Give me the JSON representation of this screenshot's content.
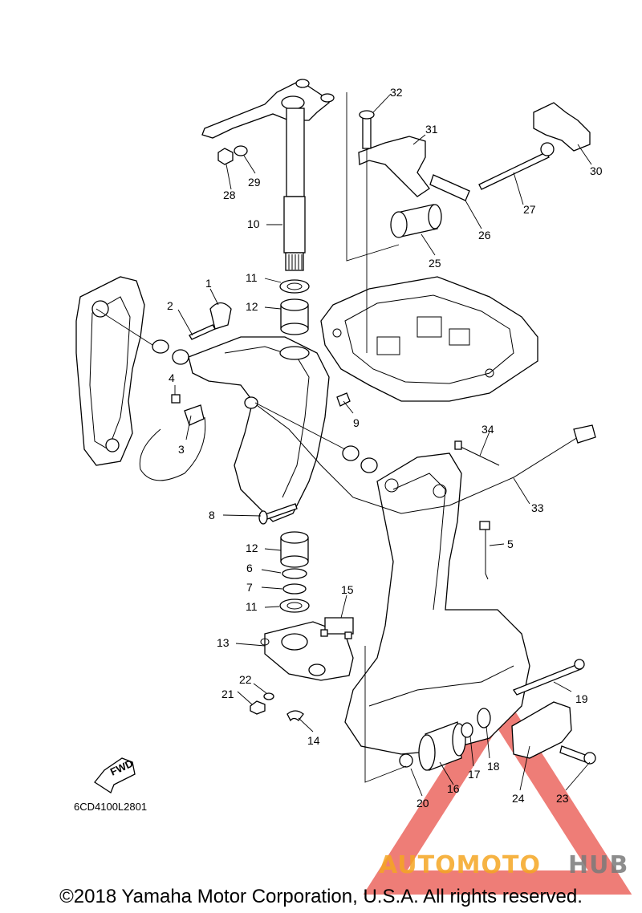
{
  "diagram_code": "6CD4100L2801",
  "fwd_label": "FWD",
  "copyright": "©2018 Yamaha Motor Corporation, U.S.A. All rights reserved.",
  "watermark": {
    "part1": "AUTOMOTO",
    "part2": "HUB",
    "color1": "#f5a623",
    "color2": "#7a7a7a",
    "triangle_color": "#e8514a"
  },
  "callouts": [
    "1",
    "2",
    "3",
    "4",
    "5",
    "6",
    "7",
    "8",
    "9",
    "10",
    "11",
    "11",
    "12",
    "12",
    "13",
    "14",
    "15",
    "16",
    "17",
    "18",
    "19",
    "20",
    "21",
    "22",
    "23",
    "24",
    "25",
    "26",
    "27",
    "28",
    "29",
    "30",
    "31",
    "32",
    "33",
    "34"
  ]
}
